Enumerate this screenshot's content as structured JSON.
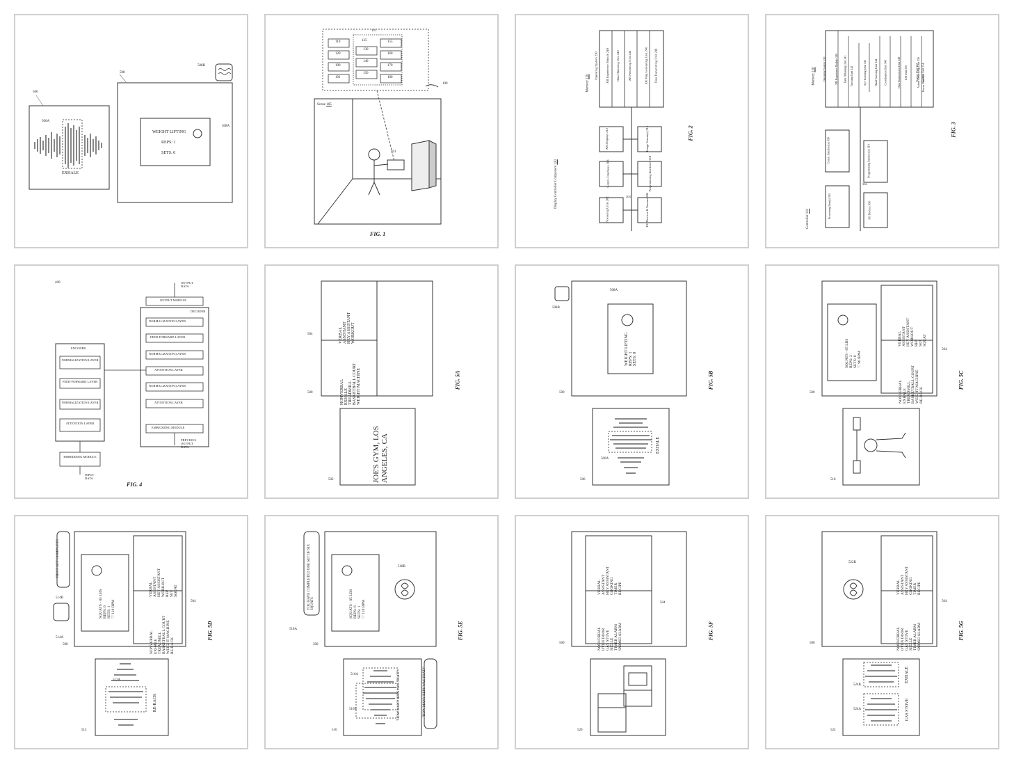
{
  "panels": [
    {
      "id": "p1",
      "caption": "",
      "labels": {
        "exhale": "EXHALE",
        "weight": "WEIGHT LIFTING",
        "reps": "REPS: 1",
        "sets": "SETS: 0",
        "r506": "506",
        "r508": "508",
        "r508b": "508B",
        "r508a": "508A",
        "r506a": "506A"
      }
    },
    {
      "id": "p2",
      "caption": "FIG. 1",
      "labels": {
        "scene": "Scene",
        "scene_num": "105",
        "r100": "100",
        "r101": "101",
        "r121": "121",
        "cells": [
          "110",
          "120",
          "130",
          "140",
          "150",
          "160",
          "170",
          "180",
          "190",
          "191",
          "125",
          "155"
        ]
      }
    },
    {
      "id": "p3",
      "caption": "FIG. 2",
      "labels": {
        "memory": "Memory",
        "memory_num": "220",
        "title": "Display Controller Component",
        "title_num": "120",
        "boxes": [
          "Operating System 230",
          "XR Experience Module 240",
          "Data Obtaining Unit 242",
          "XR Presenting Unit 244",
          "XR Map Generating Unit 246",
          "Data Transmitting Unit 248",
          "XR Displays 212",
          "Image Sensor(s) 214",
          "Comm. Interfaces 208",
          "Programming Interfaces 210",
          "Processing Units 202",
          "I/O Devices & Sensors 206"
        ],
        "bus": "204"
      }
    },
    {
      "id": "p4",
      "caption": "FIG. 3",
      "labels": {
        "memory": "Memory",
        "memory_num": "220",
        "controller": "Controller",
        "controller_num": "110",
        "boxes": [
          "Operating System 330",
          "XR Experience Module 340",
          "Data Obtaining Unit 341",
          "Tracking Unit 342",
          "Eye Tracking Unit 343",
          "Hand Tracking Unit 344",
          "Coordination Unit 346",
          "Data Transmission Unit 348",
          "LM Unit 350",
          "Trigger Unit 352",
          "Context Unit 354",
          "Action Generating Unit 356",
          "Power Unit 360",
          "Comm. Interface(s) 308",
          "Programming Interface(s) 310",
          "Processing Unit(s) 302",
          "I/O Devices 306"
        ],
        "bus": "304"
      }
    },
    {
      "id": "p5",
      "caption": "FIG. 4",
      "labels": {
        "r400": "400",
        "output_data": "OUTPUT DATA",
        "output_module": "OUTPUT MODULE",
        "decoder": "DECODER",
        "encoder": "ENCODER",
        "norm": "NORMALIZATION LAYER",
        "ff": "FEED-FORWARD LAYER",
        "attn": "ATTENTION LAYER",
        "embed": "EMBEDDING MODULE",
        "input_data": "INPUT DATA",
        "prev": "PREVIOUS OUTPUT DATA"
      }
    },
    {
      "id": "p6",
      "caption": "FIG. 5A",
      "labels": {
        "verbal": "VERBAL",
        "verbal_items": [
          "ASSISTANT",
          "HEY ASSISTANT",
          "WORKOUT"
        ],
        "nonverbal": "NONVERBAL",
        "nonverbal_items": [
          "EXHALE",
          "TREADMILL",
          "BASKETBALL COURT",
          "WEIGHT MACHINE"
        ],
        "location": "JOE'S GYM, LOS ANGELES, CA",
        "r500": "500",
        "r502": "502",
        "r504": "504"
      }
    },
    {
      "id": "p7",
      "caption": "FIG. 5B",
      "labels": {
        "weight": "WEIGHT LIFTING",
        "reps": "REPS: 1",
        "sets": "SETS: 0",
        "exhale": "EXHALE",
        "r500": "500",
        "r506": "506",
        "r506a": "506A",
        "r508b": "508B",
        "r508a": "508A"
      }
    },
    {
      "id": "p8",
      "caption": "FIG. 5C",
      "labels": {
        "squats": "SQUATS - 85 LBS",
        "reps": "REPS: 2",
        "sets": "SETS: 0",
        "bpm": "96 BPM",
        "verbal": "VERBAL",
        "verbal_items": [
          "ASSISTANT",
          "HEY ASSISTANT",
          "WORKOUT",
          "REP",
          "SET",
          "SQUAT"
        ],
        "nonverbal": "NONVERBAL",
        "nonverbal_items": [
          "EXHALE",
          "TREADMILL",
          "BASKETBALL COURT",
          "WEIGHT MACHINE",
          "RE-RACK"
        ],
        "r500": "500",
        "r504": "504",
        "r510": "510"
      }
    },
    {
      "id": "p9",
      "caption": "FIG. 5D",
      "labels": {
        "bubble": "FIRST SET COMPLETE",
        "squats": "SQUATS - 85 LBS",
        "reps": "REPS: 6",
        "sets": "SETS: 1",
        "bpm": "110 BPM",
        "verbal": "VERBAL",
        "verbal_items": [
          "ASSISTANT",
          "HEY ASSISTANT",
          "WORKOUT",
          "REP",
          "SET",
          "SQUAT"
        ],
        "nonverbal": "NONVERBAL",
        "nonverbal_items": [
          "EXHALE",
          "TREADMILL",
          "BASKETBALL COURT",
          "WEIGHT MACHINE",
          "RE-RACK"
        ],
        "rerack": "RE-RACK",
        "r500": "500",
        "r504": "504",
        "r512": "512",
        "r512a": "512A",
        "r514a": "514A",
        "r514b": "514B"
      }
    },
    {
      "id": "p10",
      "caption": "FIG. 5E",
      "labels": {
        "bubble": "YOU HAVE COMPLETED ONE SET OF SIX SQUATS",
        "squats": "SQUATS - 85 LBS",
        "reps": "REPS: 6",
        "sets": "SETS: 1",
        "bpm": "110 BPM",
        "question": "\"HOW MANY REPS WAS THAT?\"",
        "r500": "500",
        "r516": "516",
        "r518a": "518A",
        "r518b": "518B",
        "r516a": "516A",
        "r516b": "516B"
      }
    },
    {
      "id": "p11",
      "caption": "FIG. 5F",
      "labels": {
        "verbal": "VERBAL",
        "verbal_items": [
          "ASSISTANT",
          "HEY ASSISTANT",
          "COOKING",
          "TIMER",
          "RECIPE"
        ],
        "nonverbal": "NONVERBAL",
        "nonverbal_items": [
          "OVEN DOOR",
          "GAS STOVE",
          "SIZZLE",
          "TIMER ALARM",
          "SMOKE ALARM"
        ],
        "r500": "500",
        "r504": "504",
        "r520": "520"
      }
    },
    {
      "id": "p12",
      "caption": "FIG. 5G",
      "labels": {
        "verbal": "VERBAL",
        "verbal_items": [
          "ASSISTANT",
          "HEY ASSISTANT",
          "COOKING",
          "TIMER",
          "RECIPE"
        ],
        "nonverbal": "NONVERBAL",
        "nonverbal_items": [
          "OVEN DOOR",
          "GAS STOVE",
          "SIZZLE",
          "TIMER ALARM",
          "SMOKE ALARM"
        ],
        "exhale": "EXHALE",
        "gas": "GAS STOVE",
        "r500": "500",
        "r504": "504",
        "r524": "524",
        "r522b": "522B",
        "r524a": "524A",
        "r524b": "524B"
      }
    }
  ]
}
